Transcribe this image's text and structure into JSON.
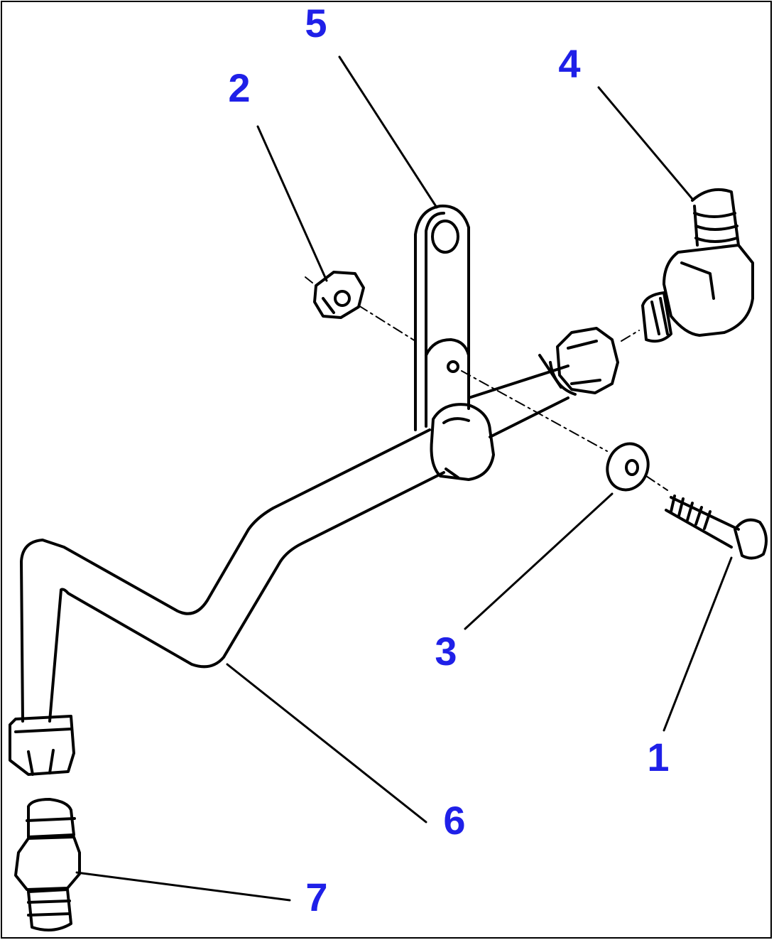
{
  "diagram": {
    "label_color": "#1f20e8",
    "line_color": "#000000",
    "callouts": [
      {
        "id": "c1",
        "label": "1"
      },
      {
        "id": "c2",
        "label": "2"
      },
      {
        "id": "c3",
        "label": "3"
      },
      {
        "id": "c4",
        "label": "4"
      },
      {
        "id": "c5",
        "label": "5"
      },
      {
        "id": "c6",
        "label": "6"
      },
      {
        "id": "c7",
        "label": "7"
      }
    ]
  }
}
